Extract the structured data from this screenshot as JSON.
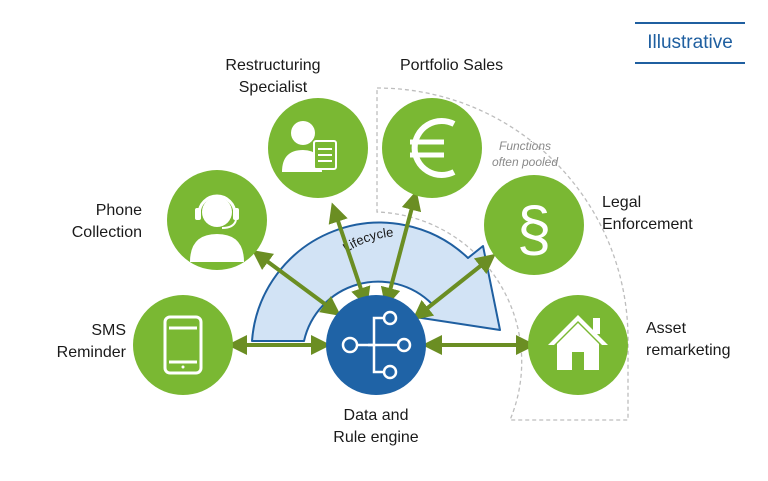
{
  "badge": "Illustrative",
  "center": {
    "line1": "Data and",
    "line2": "Rule engine"
  },
  "arc_label": "Lifecycle",
  "pooled_note": {
    "line1": "Functions",
    "line2": "often pooled"
  },
  "nodes": {
    "sms": {
      "line1": "SMS",
      "line2": "Reminder"
    },
    "phone": {
      "line1": "Phone",
      "line2": "Collection"
    },
    "restructuring": {
      "line1": "Restructuring",
      "line2": "Specialist"
    },
    "portfolio": {
      "line1": "Portfolio Sales"
    },
    "legal": {
      "line1": "Legal",
      "line2": "Enforcement"
    },
    "asset": {
      "line1": "Asset",
      "line2": "remarketing"
    }
  },
  "icons": {
    "sms": "smartphone-icon",
    "phone": "headset-agent-icon",
    "restructuring": "specialist-clipboard-icon",
    "portfolio": "euro-icon",
    "legal": "section-sign-icon",
    "asset": "house-icon",
    "center": "tree-network-icon"
  },
  "colors": {
    "node_green": "#7ab833",
    "center_blue": "#1f63a6",
    "arrow_olive": "#6b8e23",
    "arc_fill": "#d2e3f5",
    "arc_stroke": "#1f5fa0",
    "badge_blue": "#1f5fa0"
  }
}
